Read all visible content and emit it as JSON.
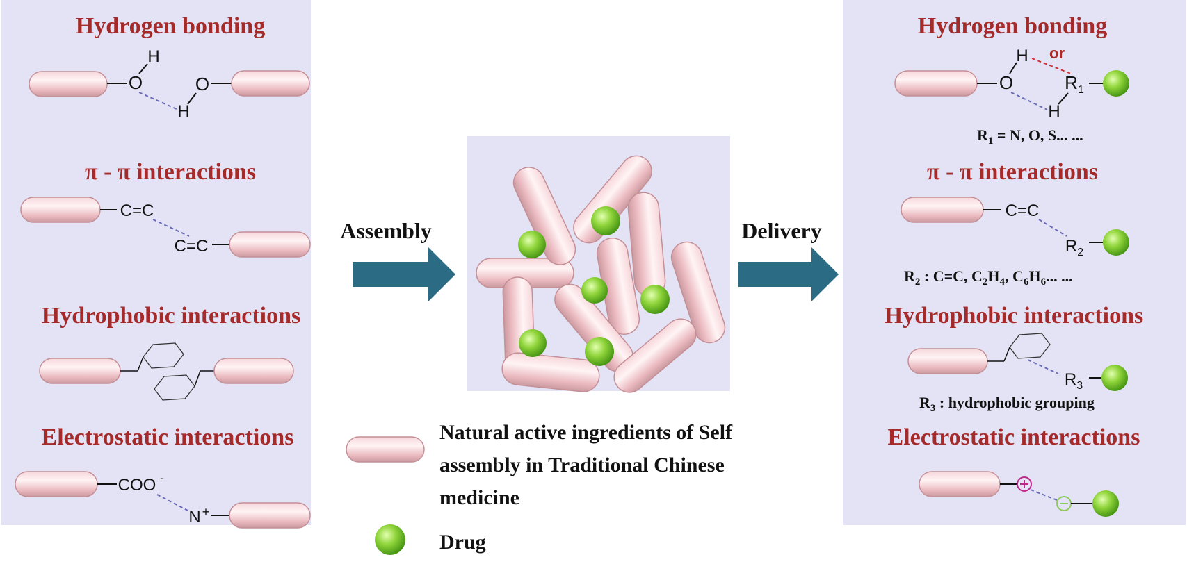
{
  "colors": {
    "panel": "#e3e3f5",
    "title": "#a52a2a",
    "arrow": "#2b6b84",
    "rod_light": "#ffeef0",
    "rod_dark": "#c99aa0",
    "drug_light": "#c6f28a",
    "drug_dark": "#3f8f10",
    "dash_blue": "#6a6ab8",
    "dash_red": "#cc3333",
    "plus": "#c0278a",
    "minus": "#8ecb5a"
  },
  "left_panel": {
    "hydrogen": {
      "title": "Hydrogen bonding",
      "o": "O",
      "h_top": "H",
      "o2": "O",
      "h_bottom": "H"
    },
    "pi": {
      "title": "π - π interactions",
      "cc1": "C=C",
      "cc2": "C=C"
    },
    "hydrophobic": {
      "title": "Hydrophobic interactions"
    },
    "electrostatic": {
      "title": "Electrostatic interactions",
      "coo": "COO",
      "coo_charge": "-",
      "n": "N",
      "n_charge": "+"
    }
  },
  "center": {
    "assembly_label": "Assembly",
    "delivery_label": "Delivery"
  },
  "legend": {
    "rod_label_line1": "Natural active ingredients of Self",
    "rod_label_line2": "assembly in Traditional Chinese",
    "rod_label_line3": "medicine",
    "drug_label": "Drug"
  },
  "right_panel": {
    "hydrogen": {
      "title": "Hydrogen bonding",
      "h_top": "H",
      "or": "or",
      "o": "O",
      "r": "R",
      "r_sub": "1",
      "h_bottom": "H",
      "note_r": "R",
      "note_sub": "1",
      "note_rest": " = N, O, S... ..."
    },
    "pi": {
      "title": "π - π interactions",
      "cc": "C=C",
      "r": "R",
      "r_sub": "2",
      "note_parts": [
        "R",
        "2",
        " : C=C, C",
        "2",
        "H",
        "4",
        ", C",
        "6",
        "H",
        "6",
        "... ..."
      ]
    },
    "hydrophobic": {
      "title": "Hydrophobic interactions",
      "r": "R",
      "r_sub": "3",
      "note_r": "R",
      "note_sub": "3",
      "note_rest": " : hydrophobic grouping"
    },
    "electrostatic": {
      "title": "Electrostatic interactions"
    }
  }
}
